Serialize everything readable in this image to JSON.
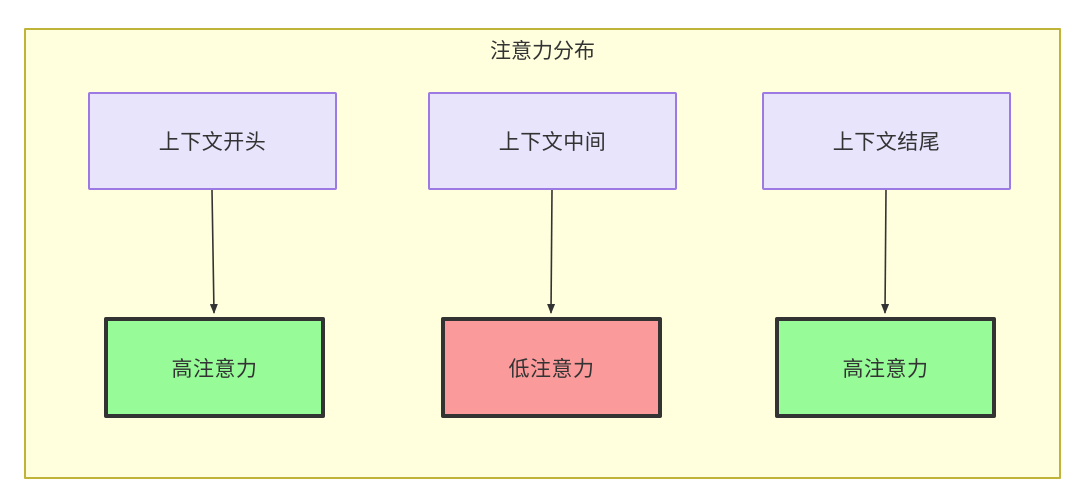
{
  "diagram": {
    "title": "注意力分布",
    "container": {
      "fill": "#ffffde",
      "border": "#bfb437"
    },
    "palette": {
      "context_fill": "#e7e4fc",
      "context_border": "#9d79e3",
      "high_attention_fill": "#97fb98",
      "low_attention_fill": "#fb9a9a",
      "result_border": "#333333",
      "edge": "#333333",
      "text": "#333333"
    },
    "columns": [
      {
        "source": {
          "label": "上下文开头",
          "name": "context-start"
        },
        "target": {
          "label": "高注意力",
          "name": "high-attention",
          "state": "high"
        }
      },
      {
        "source": {
          "label": "上下文中间",
          "name": "context-middle"
        },
        "target": {
          "label": "低注意力",
          "name": "low-attention",
          "state": "low"
        }
      },
      {
        "source": {
          "label": "上下文结尾",
          "name": "context-end"
        },
        "target": {
          "label": "高注意力",
          "name": "high-attention",
          "state": "high"
        }
      }
    ],
    "edges": [
      {
        "from": "上下文开头",
        "to": "高注意力"
      },
      {
        "from": "上下文中间",
        "to": "低注意力"
      },
      {
        "from": "上下文结尾",
        "to": "高注意力"
      }
    ]
  }
}
